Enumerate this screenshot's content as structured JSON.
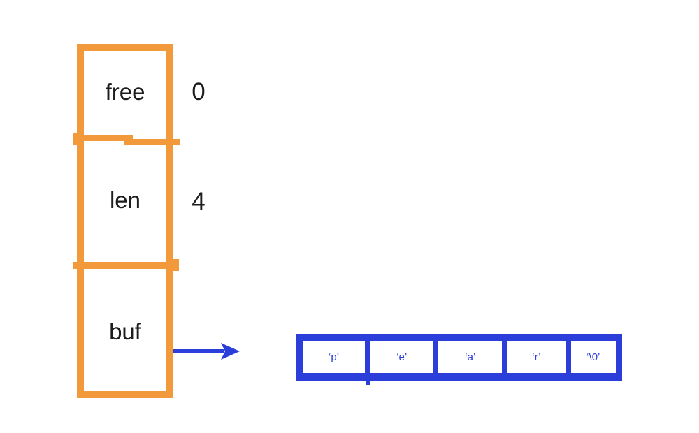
{
  "struct": {
    "fields": [
      {
        "name": "free",
        "value": "0"
      },
      {
        "name": "len",
        "value": "4"
      },
      {
        "name": "buf",
        "value": ""
      }
    ]
  },
  "buffer": {
    "cells": [
      "‘p’",
      "‘e’",
      "‘a’",
      "‘r’",
      "‘\\0’"
    ]
  },
  "colors": {
    "struct_border": "#F2993B",
    "buffer_blue": "#2B3ED9",
    "ink": "#1D1D1D"
  }
}
